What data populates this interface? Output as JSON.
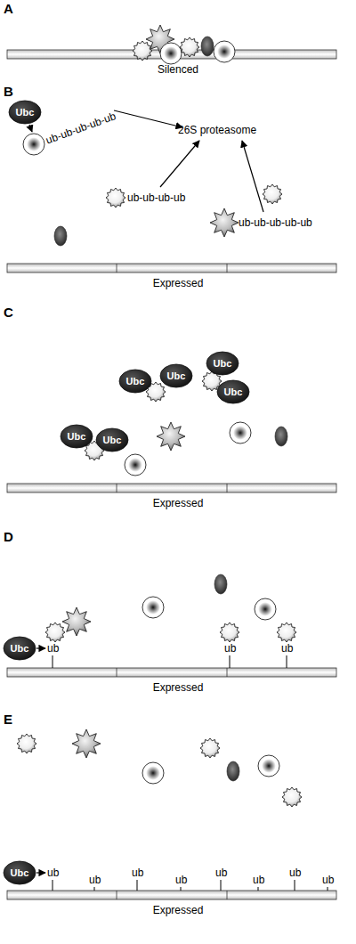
{
  "diagram": {
    "nodes": [
      {
        "text": [
          "Ubc"
        ]
      },
      {
        "text": [
          "Ubc"
        ]
      },
      {
        "text": [
          "Ubc"
        ]
      },
      {
        "text": [
          "Ubc"
        ]
      },
      {
        "text": [
          "Ubc"
        ]
      },
      {
        "text": [
          "Ubc"
        ]
      },
      {
        "text": [
          "Ubc"
        ]
      },
      {
        "text": [
          "Ubc"
        ]
      },
      {
        "text": [
          "Ubc"
        ]
      }
    ],
    "labels": [
      "A",
      "Silenced",
      "B",
      "ub-ub-ub-ub-ub",
      "26S proteasome",
      "ub-ub-ub-ub",
      "ub-ub-ub-ub-ub",
      "Expressed",
      "C",
      "Expressed",
      "D",
      "ub",
      "ub",
      "ub",
      "Expressed",
      "E",
      "ub",
      "ub",
      "ub",
      "ub",
      "ub",
      "ub",
      "ub",
      "ub",
      "Expressed"
    ]
  }
}
